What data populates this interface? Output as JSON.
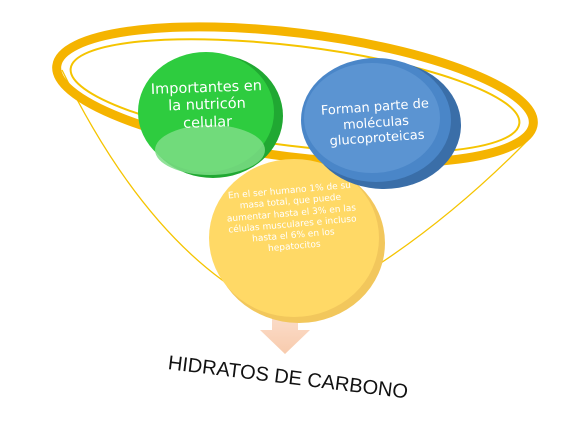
{
  "diagram": {
    "bubbles": [
      {
        "id": "green",
        "text": "Importantes en la nutricón celular",
        "color": "#2ecc3f"
      },
      {
        "id": "blue",
        "text": "Forman parte de moléculas glucoproteicas",
        "color": "#4a86c8"
      },
      {
        "id": "yellow",
        "text": "En el ser humano 1% de su masa total, que puede aumentar hasta el 3% en las células musculares e incluso hasta el 6% en los hepatocitos",
        "color": "#ffd966"
      }
    ],
    "caption": "HIDRATOS DE CARBONO",
    "colors": {
      "funnel_rim": "#f5b400",
      "arrow": "#f8cbad"
    }
  }
}
